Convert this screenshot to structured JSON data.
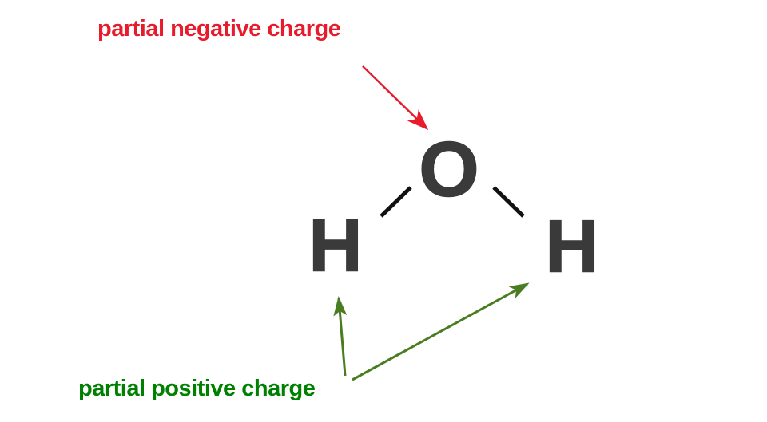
{
  "diagram": {
    "molecule": {
      "atoms": [
        {
          "symbol": "O"
        },
        {
          "symbol": "H"
        },
        {
          "symbol": "H"
        }
      ],
      "bonds": [
        {
          "from": "O",
          "to": "H-left"
        },
        {
          "from": "O",
          "to": "H-right"
        }
      ]
    },
    "annotations": {
      "negative": {
        "label": "partial negative charge",
        "color": "#e81b2c",
        "arrow_points_to": "O"
      },
      "positive": {
        "label": "partial positive charge",
        "color": "#008000",
        "arrow_points_to": [
          "H-left",
          "H-right"
        ]
      }
    },
    "colors": {
      "atom_text": "#3a3a3a",
      "bond_line": "#111111",
      "negative_label": "#e81b2c",
      "negative_arrow": "#e81b2c",
      "positive_label": "#008000",
      "positive_arrow": "#4a7c21",
      "background": "#ffffff"
    }
  }
}
